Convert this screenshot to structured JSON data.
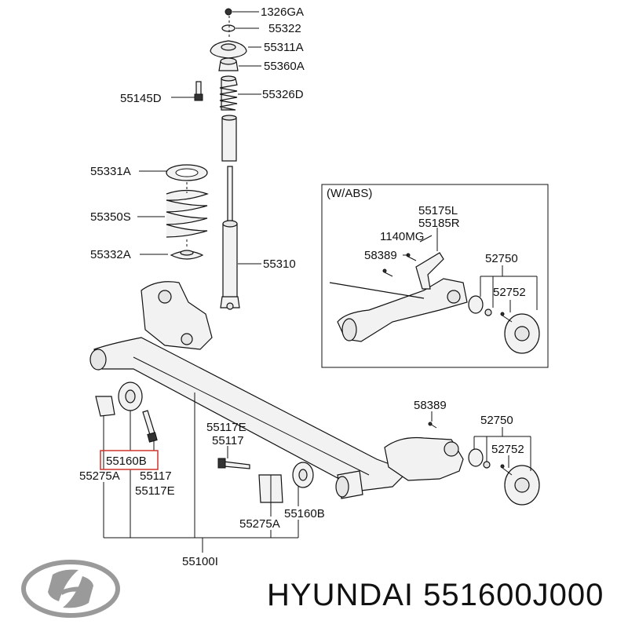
{
  "labels": {
    "p1326GA": "1326GA",
    "p55322": "55322",
    "p55311A": "55311A",
    "p55360A": "55360A",
    "p55145D": "55145D",
    "p55326D": "55326D",
    "p55331A": "55331A",
    "p55350S": "55350S",
    "p55332A": "55332A",
    "p55310": "55310",
    "wabs": "(W/ABS)",
    "p55175L": "55175L",
    "p55185R": "55185R",
    "p1140MG": "1140MG",
    "p58389a": "58389",
    "p52750a": "52750",
    "p52752a": "52752",
    "p58389b": "58389",
    "p52750b": "52750",
    "p52752b": "52752",
    "p55117E_top": "55117E",
    "p55117_top": "55117",
    "p55160B_left": "55160B",
    "p55275A_left": "55275A",
    "p55117_bot": "55117",
    "p55117E_bot": "55117E",
    "p55160B_right": "55160B",
    "p55275A_right": "55275A",
    "p55100I": "55100I"
  },
  "brand": {
    "caption": "HYUNDAI 551600J000"
  },
  "colors": {
    "highlight": "#d0342c",
    "line": "#111111",
    "logo": "#9a9a9a"
  }
}
